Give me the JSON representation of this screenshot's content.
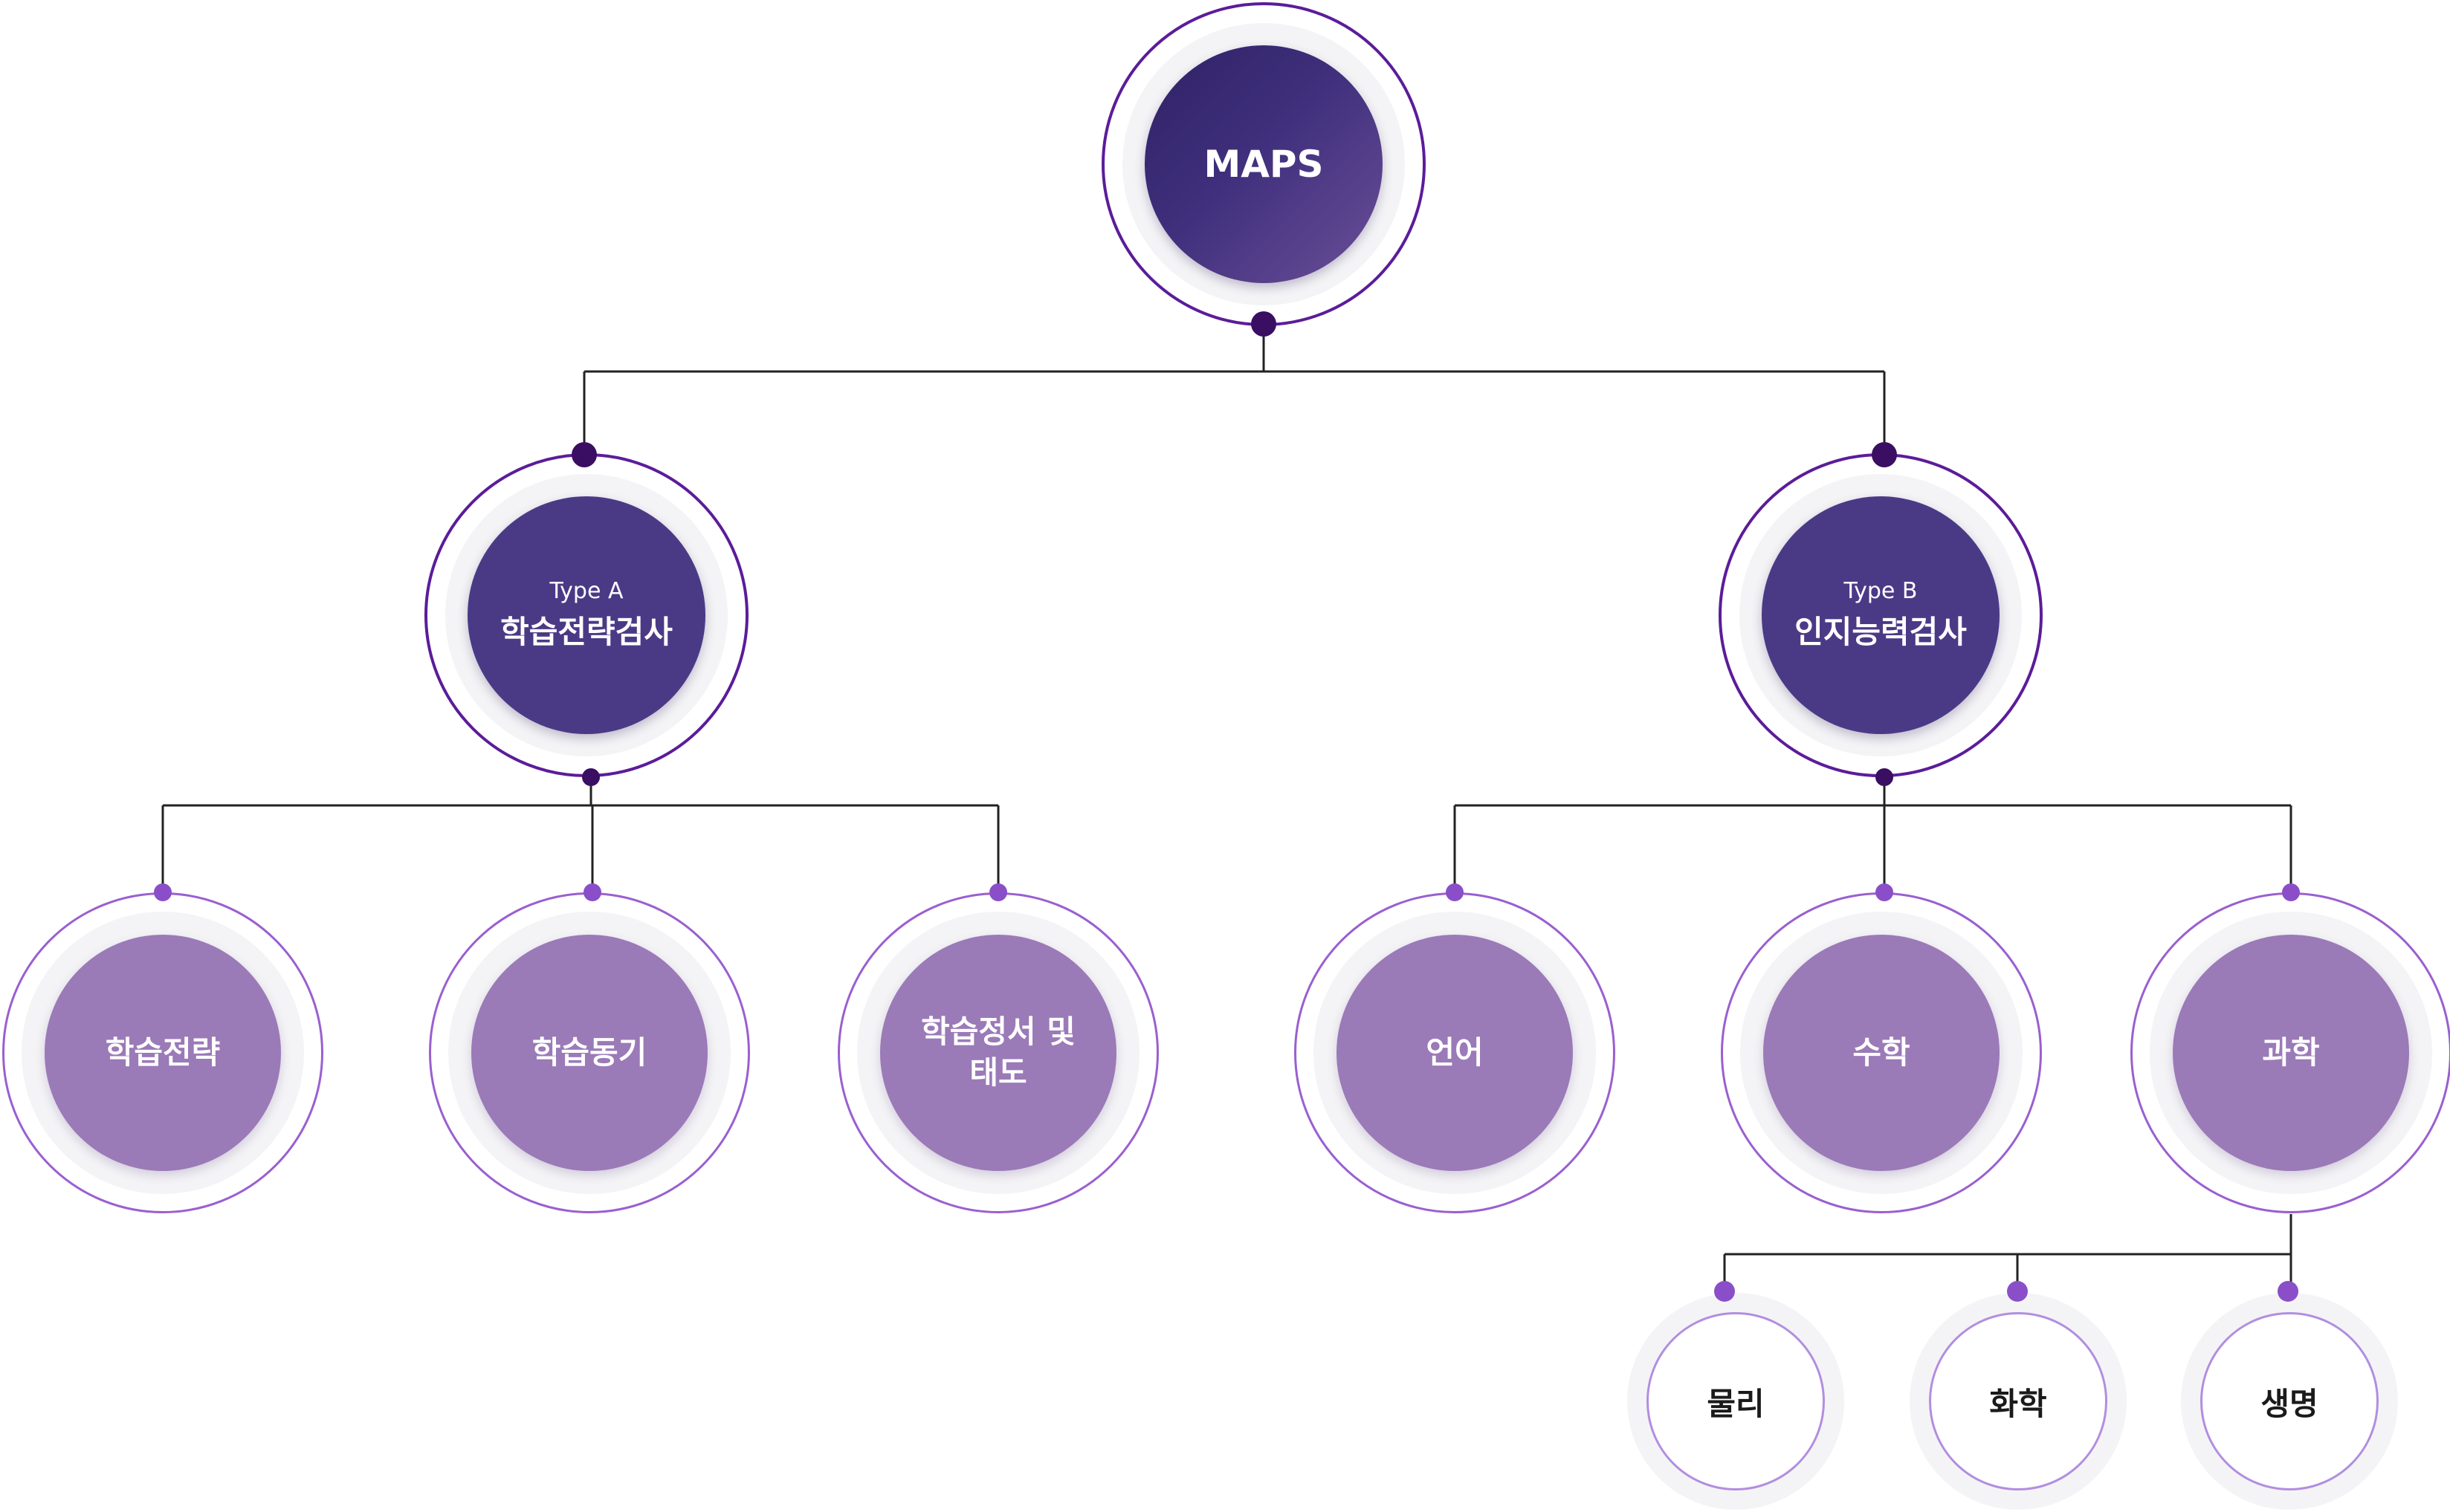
{
  "root": {
    "label": "MAPS"
  },
  "type_a": {
    "type": "Type A",
    "name": "학습전략검사",
    "children": [
      "학습전략",
      "학습동기",
      "학습정서 및\n태도"
    ]
  },
  "type_b": {
    "type": "Type B",
    "name": "인지능력검사",
    "children": [
      "언어",
      "수학",
      "과학"
    ]
  },
  "science": {
    "children": [
      "물리",
      "화학",
      "생명"
    ]
  },
  "colors": {
    "root_gradient": [
      "#2f2266",
      "#6b4f98"
    ],
    "level1_fill": "#4a3a86",
    "level2_fill": "#9b7ab8",
    "ring_dark": "#5b1c99",
    "ring_light": "#9a5fd0",
    "connector_dot": "#3a0e62",
    "connector_dot_light": "#8a4fc8"
  }
}
